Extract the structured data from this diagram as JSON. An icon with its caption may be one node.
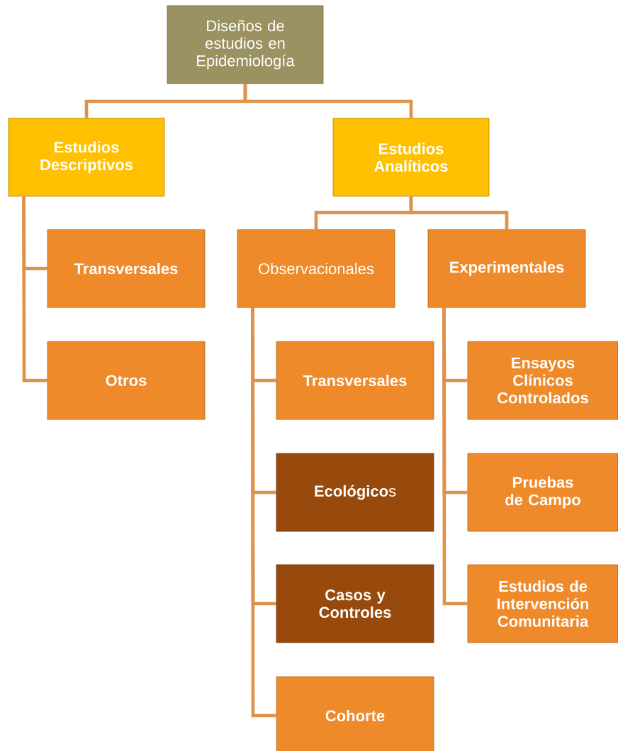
{
  "diagram": {
    "nodes": [
      {
        "text": [
          "Diseños de estudios en Epidemiología"
        ]
      },
      {
        "text": [
          "Estudios Descriptivos"
        ]
      },
      {
        "text": [
          "Estudios Analíticos"
        ]
      },
      {
        "text": [
          "Transversales"
        ]
      },
      {
        "text": [
          "Otros"
        ]
      },
      {
        "text": [
          "Observacionales"
        ]
      },
      {
        "text": [
          "Experimentales"
        ]
      },
      {
        "text": [
          "Transversales"
        ]
      },
      {
        "text": [
          "**Ecológico**s"
        ]
      },
      {
        "text": [
          "Casos y Controles"
        ]
      },
      {
        "text": [
          "Cohorte"
        ]
      },
      {
        "text": [
          "Ensayos Clínicos Controlados"
        ]
      },
      {
        "text": [
          "Pruebas de Campo"
        ]
      },
      {
        "text": [
          "Estudios de Intervención Comunitaria"
        ]
      }
    ],
    "edges": [
      {
        "from": 0,
        "to": 1,
        "arrow": "none"
      },
      {
        "from": 0,
        "to": 2,
        "arrow": "none"
      },
      {
        "from": 1,
        "to": 3,
        "arrow": "none"
      },
      {
        "from": 1,
        "to": 4,
        "arrow": "none"
      },
      {
        "from": 2,
        "to": 5,
        "arrow": "none"
      },
      {
        "from": 2,
        "to": 6,
        "arrow": "none"
      },
      {
        "from": 5,
        "to": 7,
        "arrow": "none"
      },
      {
        "from": 5,
        "to": 8,
        "arrow": "none"
      },
      {
        "from": 5,
        "to": 9,
        "arrow": "none"
      },
      {
        "from": 5,
        "to": 10,
        "arrow": "none"
      },
      {
        "from": 6,
        "to": 11,
        "arrow": "none"
      },
      {
        "from": 6,
        "to": 12,
        "arrow": "none"
      },
      {
        "from": 6,
        "to": 13,
        "arrow": "none"
      }
    ]
  }
}
